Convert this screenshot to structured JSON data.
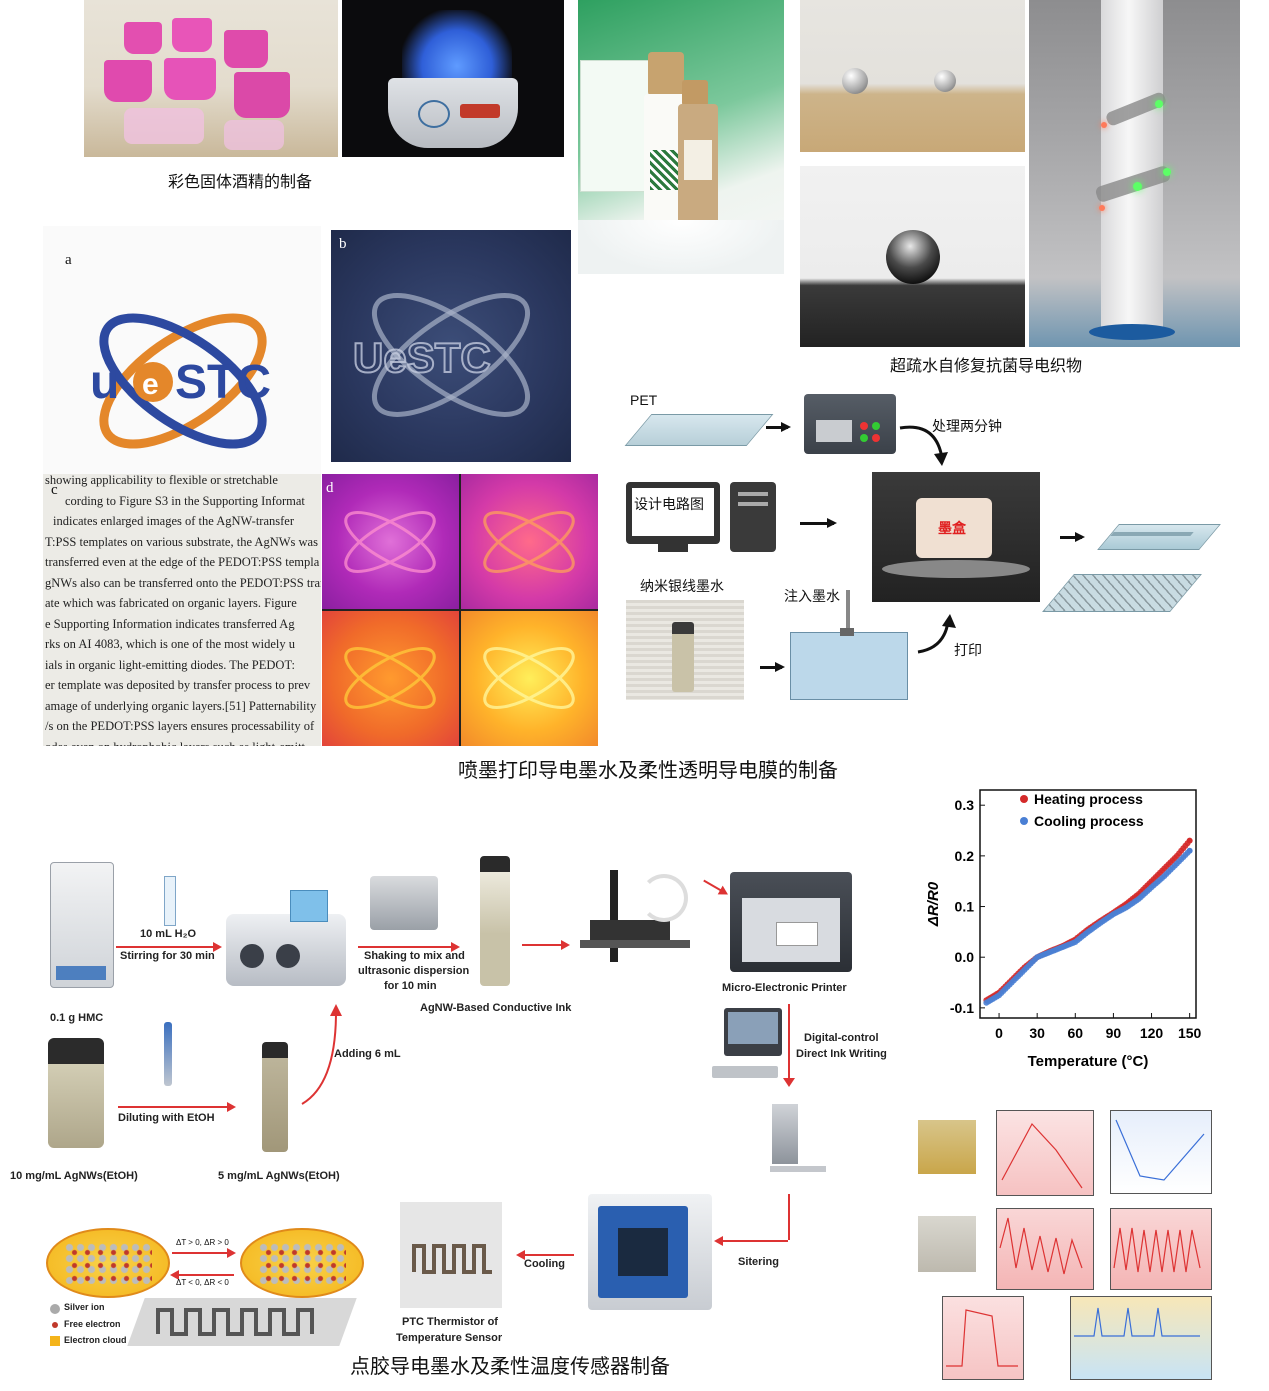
{
  "captions": {
    "solid_alcohol": "彩色固体酒精的制备",
    "fabric": "超疏水自修复抗菌导电织物",
    "inkjet": "喷墨打印导电墨水及柔性透明导电膜的制备",
    "dispensing": "点胶导电墨水及柔性温度传感器制备"
  },
  "logo_panel": {
    "label_a": "a",
    "label_b": "b",
    "label_c": "c",
    "label_d": "d",
    "logo_text": "uestc",
    "paper_lines": [
      "showing applicability to flexible or stretchable",
      "cording to Figure S3 in the Supporting Informat",
      "indicates enlarged images of the AgNW-transfer",
      "T:PSS templates on various substrate, the AgNWs was p",
      "transferred even at the edge of the PEDOT:PSS templa",
      "gNWs also can be transferred onto the PEDOT:PSS trans",
      "ate which was fabricated on organic layers. Figure",
      "e Supporting Information indicates transferred Ag",
      "rks on AI 4083, which is one of the most widely u",
      "ials in organic light-emitting diodes. The PEDOT:",
      "er template was deposited by transfer process to prev",
      "amage of underlying organic layers.[51] Patternability",
      "/s on the PEDOT:PSS layers ensures processability of",
      "odes even on hydrophobic layers such as light-emitt"
    ]
  },
  "inkjet_flow": {
    "pet": "PET",
    "treat": "处理两分钟",
    "design": "设计电路图",
    "ink": "纳米银线墨水",
    "cartridge": "墨盒",
    "inject": "注入墨水",
    "print": "打印"
  },
  "dispensing_flow": {
    "water": "10 mL H₂O",
    "stir": "Stirring for 30 min",
    "hmc": "0.1 g HMC",
    "shake": "Shaking to mix and",
    "ultra": "ultrasonic dispersion",
    "time": "for 10 min",
    "agnw_ink": "AgNW-Based Conductive Ink",
    "printer": "Micro-Electronic Printer",
    "digital": "Digital-control",
    "diw": "Direct Ink Writing",
    "adding": "Adding 6 mL",
    "diluting": "Diluting with EtOH",
    "stock": "10 mg/mL AgNWs(EtOH)",
    "dilute": "5 mg/mL AgNWs(EtOH)",
    "sintering": "Sitering",
    "cooling": "Cooling",
    "ptc1": "PTC Thermistor of",
    "ptc2": "Temperature Sensor",
    "legend_silver": "Silver ion",
    "legend_electron": "Free electron",
    "legend_cloud": "Electron cloud",
    "eq_top": "ΔT > 0, ΔR > 0",
    "eq_bottom": "ΔT < 0, ΔR < 0"
  },
  "chart_data": {
    "type": "scatter",
    "xlabel": "Temperature (°C)",
    "ylabel": "ΔR/R0",
    "xlim": [
      -15,
      155
    ],
    "ylim": [
      -0.12,
      0.33
    ],
    "xticks": [
      "0",
      "30",
      "60",
      "90",
      "120",
      "150"
    ],
    "yticks": [
      "-0.1",
      "0.0",
      "0.1",
      "0.2",
      "0.3"
    ],
    "legend": "top-right",
    "series": [
      {
        "name": "Heating process",
        "color": "#d42a2a",
        "x": [
          -10,
          0,
          10,
          20,
          30,
          40,
          50,
          60,
          70,
          80,
          90,
          100,
          110,
          120,
          130,
          140,
          150
        ],
        "y": [
          -0.085,
          -0.07,
          -0.045,
          -0.02,
          0.0,
          0.012,
          0.022,
          0.035,
          0.055,
          0.072,
          0.088,
          0.105,
          0.125,
          0.15,
          0.175,
          0.2,
          0.23
        ]
      },
      {
        "name": "Cooling process",
        "color": "#4a7fd4",
        "x": [
          -10,
          0,
          10,
          20,
          30,
          40,
          50,
          60,
          70,
          80,
          90,
          100,
          110,
          120,
          130,
          140,
          150
        ],
        "y": [
          -0.09,
          -0.075,
          -0.05,
          -0.025,
          0.0,
          0.01,
          0.02,
          0.03,
          0.05,
          0.068,
          0.085,
          0.098,
          0.115,
          0.138,
          0.16,
          0.185,
          0.21
        ]
      }
    ]
  }
}
